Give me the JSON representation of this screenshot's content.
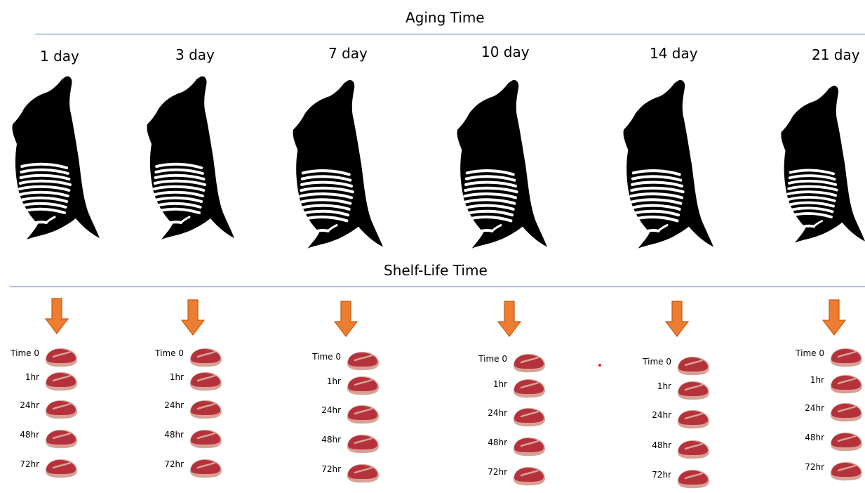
{
  "header": {
    "title": "Aging Time"
  },
  "section2": {
    "title": "Shelf-Life Time"
  },
  "colors": {
    "rule": "#4a78c2",
    "carcass": "#000000",
    "arrow_fill": "#ed7d31",
    "arrow_stroke": "#c55a11",
    "steak_fat": "#d7a296",
    "steak_meat": "#b5323c",
    "stray_dot": "#e02020"
  },
  "icons": {
    "carcass": "beef-carcass-icon",
    "arrow": "down-arrow-icon",
    "steak": "steak-icon"
  },
  "columns": [
    {
      "day": "1 day",
      "times": [
        "Time 0",
        "1hr",
        "24hr",
        "48hr",
        "72hr"
      ]
    },
    {
      "day": "3 day",
      "times": [
        "Time 0",
        "1hr",
        "24hr",
        "48hr",
        "72hr"
      ]
    },
    {
      "day": "7 day",
      "times": [
        "Time 0",
        "1hr",
        "24hr",
        "48hr",
        "72hr"
      ]
    },
    {
      "day": "10 day",
      "times": [
        "Time 0",
        "1hr",
        "24hr",
        "48hr",
        "72hr"
      ]
    },
    {
      "day": "14 day",
      "times": [
        "Time 0",
        "1hr",
        "24hr",
        "48hr",
        "72hr"
      ]
    },
    {
      "day": "21 day",
      "times": [
        "Time 0",
        "1hr",
        "24hr",
        "48hr",
        "72hr"
      ]
    }
  ]
}
